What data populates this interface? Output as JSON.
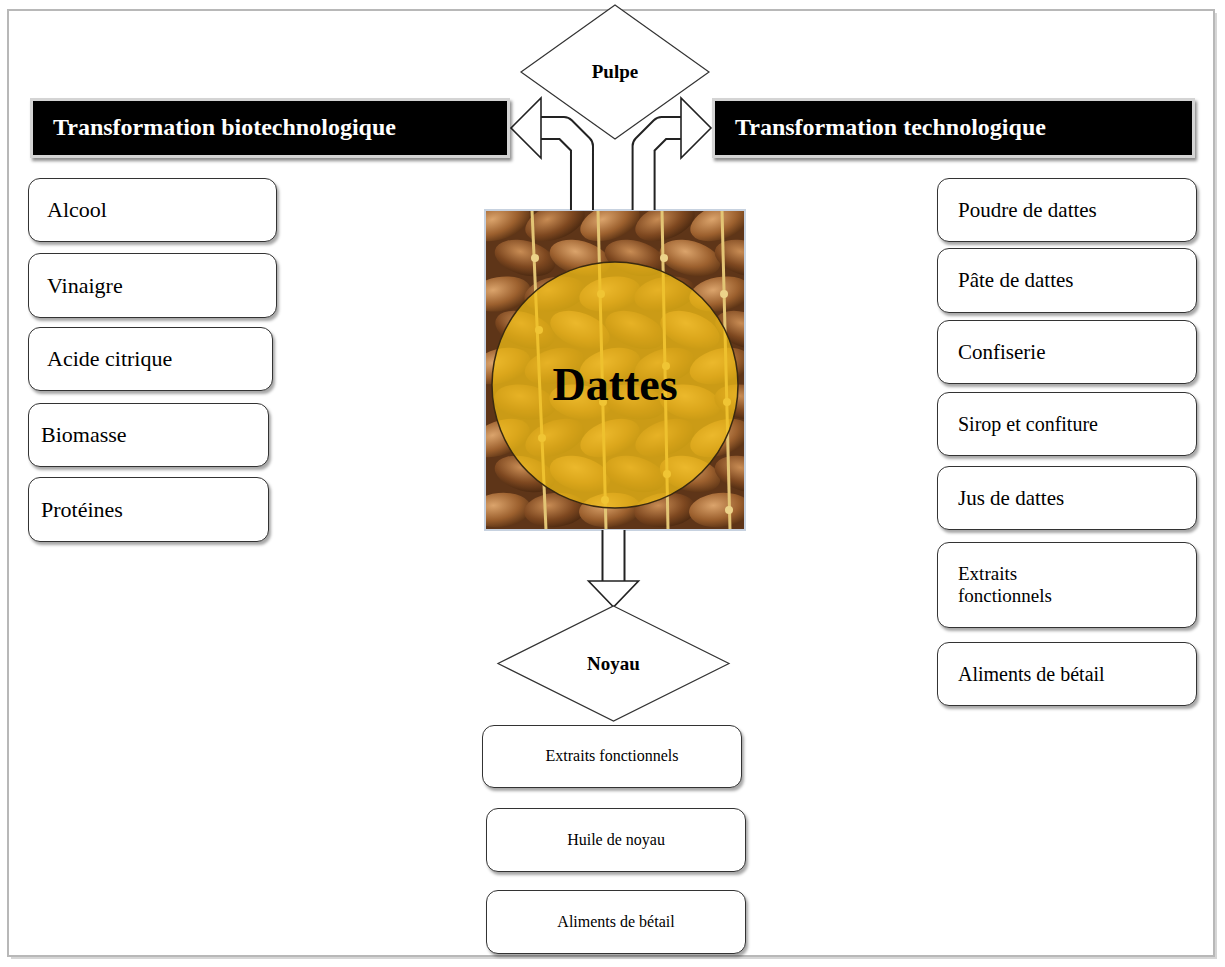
{
  "diagram": {
    "nodes": [
      {
        "text": [
          "Pulpe"
        ]
      },
      {
        "text": [
          "Transformation biotechnologique"
        ]
      },
      {
        "text": [
          "Transformation technologique"
        ]
      },
      {
        "text": [
          "Dattes"
        ]
      },
      {
        "text": [
          "Alcool"
        ]
      },
      {
        "text": [
          "Vinaigre"
        ]
      },
      {
        "text": [
          "Acide citrique"
        ]
      },
      {
        "text": [
          "Biomasse"
        ]
      },
      {
        "text": [
          "Protéines"
        ]
      },
      {
        "text": [
          "Poudre de dattes"
        ]
      },
      {
        "text": [
          "Pâte de dattes"
        ]
      },
      {
        "text": [
          "Confiserie"
        ]
      },
      {
        "text": [
          "Sirop et confiture"
        ]
      },
      {
        "text": [
          "Jus de dattes"
        ]
      },
      {
        "text": [
          "Extraits fonctionnels"
        ]
      },
      {
        "text": [
          "Aliments de bétail"
        ]
      },
      {
        "text": [
          "Noyau"
        ]
      },
      {
        "text": [
          "Extraits fonctionnels"
        ]
      },
      {
        "text": [
          "Huile de noyau"
        ]
      },
      {
        "text": [
          "Aliments de bétail"
        ]
      }
    ],
    "edges": [
      {
        "from": 3,
        "to": 1,
        "arrow": "to"
      },
      {
        "from": 3,
        "to": 2,
        "arrow": "to"
      },
      {
        "from": 3,
        "to": 16,
        "arrow": "to"
      }
    ]
  }
}
